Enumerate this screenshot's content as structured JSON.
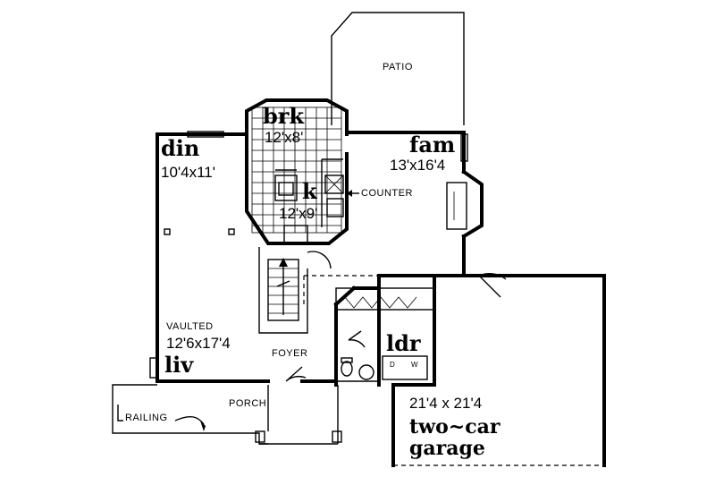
{
  "labels": {
    "patio": "PATIO",
    "brk": "brk",
    "brk_dim": "12'x8'",
    "din": "din",
    "din_dim": "10'4x11'",
    "fam": "fam",
    "fam_dim": "13'x16'4",
    "k": "k",
    "k_dim": "12'x9'",
    "counter": "COUNTER",
    "vaulted": "VAULTED",
    "liv_dim": "12'6x17'4",
    "liv": "liv",
    "foyer": "FOYER",
    "ldr": "ldr",
    "washer": "W",
    "dryer": "D",
    "porch": "PORCH",
    "railing": "RAILING",
    "garage_dim": "21'4 x 21'4",
    "garage_1": "two~car",
    "garage_2": "garage"
  }
}
